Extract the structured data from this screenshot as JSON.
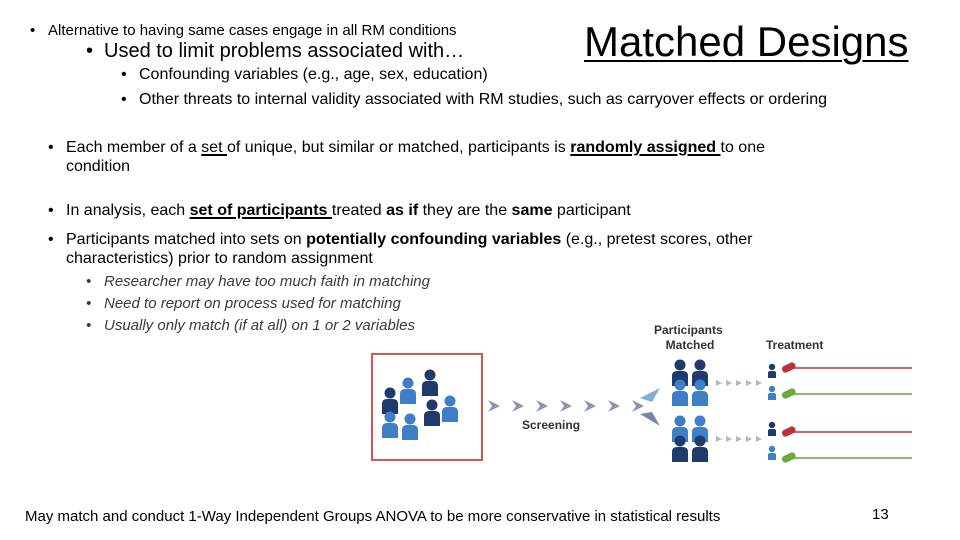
{
  "title": "Matched Designs",
  "intro": {
    "alternative": "Alternative to having same cases engage in all RM conditions",
    "used_to_limit": "Used to limit problems associated with…",
    "problems": [
      "Confounding variables (e.g., age, sex, education)",
      "Other threats to internal validity associated with RM studies, such as carryover effects or ordering"
    ]
  },
  "points": {
    "set_assignment": {
      "pre": "Each member of a ",
      "set": "set ",
      "mid": "of unique, but similar or matched, participants is ",
      "random": "randomly assigned ",
      "post": "to one",
      "line2": "condition"
    },
    "analysis": {
      "pre": "In analysis, each ",
      "set": "set of participants ",
      "mid": "treated ",
      "as_if": "as if",
      "mid2": " they are the ",
      "same": "same",
      "post": " participant"
    },
    "matching": {
      "pre": "Participants matched into sets on ",
      "bold": "potentially confounding variables",
      "post": " (e.g., pretest scores, other",
      "line2": "characteristics) prior to random assignment"
    },
    "caveats": [
      "Researcher may have too much faith in matching",
      "Need to report on process used for matching",
      "Usually only match (if at all) on 1 or 2 variables"
    ]
  },
  "diagram": {
    "label_participants_matched": "Participants\nMatched",
    "label_treatment": "Treatment",
    "label_screening": "Screening",
    "colors": {
      "navy": "#1f3a6b",
      "blue": "#3f7fc8",
      "red": "#c0303c",
      "green": "#6aaa3a",
      "box": "#d9534f",
      "arrow": "#8a93b8"
    }
  },
  "footer": "May match and conduct 1-Way Independent Groups ANOVA to be more conservative in statistical results",
  "page_number": "13"
}
